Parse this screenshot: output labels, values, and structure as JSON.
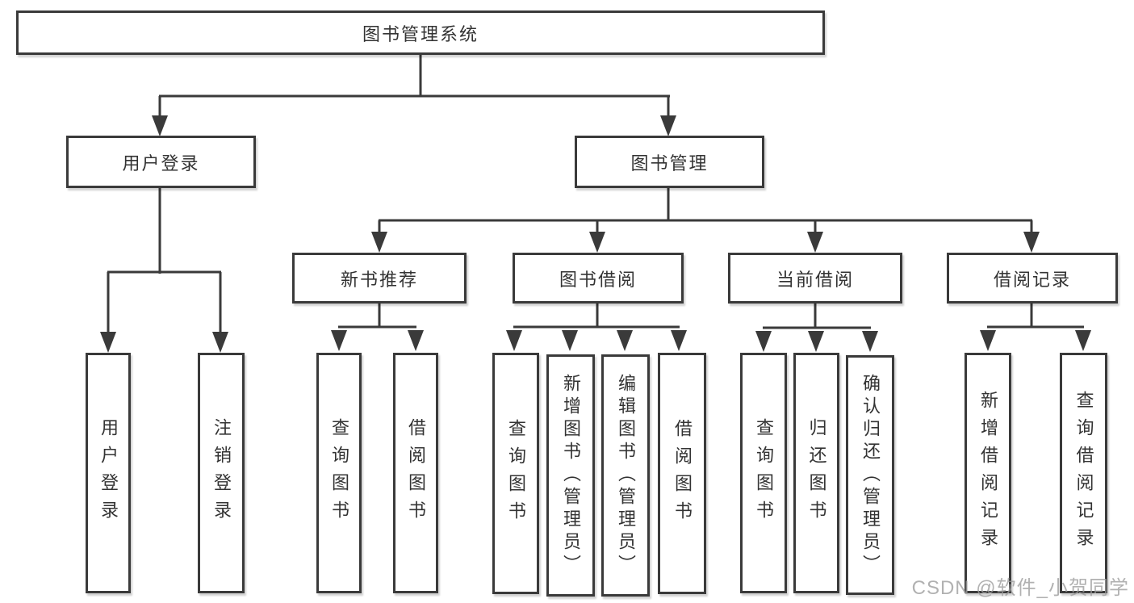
{
  "diagram_type": "org-chart",
  "colors": {
    "line": "#3a3a3a",
    "text": "#333333",
    "background": "#ffffff",
    "watermark": "#9e9e9e"
  },
  "tree": {
    "label": "图书管理系统",
    "children": [
      {
        "label": "用户登录",
        "children": [
          {
            "label": "用户登录"
          },
          {
            "label": "注销登录"
          }
        ]
      },
      {
        "label": "图书管理",
        "children": [
          {
            "label": "新书推荐",
            "children": [
              {
                "label": "查询图书"
              },
              {
                "label": "借阅图书"
              }
            ]
          },
          {
            "label": "图书借阅",
            "children": [
              {
                "label": "查询图书"
              },
              {
                "label": "新增图书（管理员）"
              },
              {
                "label": "编辑图书（管理员）"
              },
              {
                "label": "借阅图书"
              }
            ]
          },
          {
            "label": "当前借阅",
            "children": [
              {
                "label": "查询图书"
              },
              {
                "label": "归还图书"
              },
              {
                "label": "确认归还（管理员）"
              }
            ]
          },
          {
            "label": "借阅记录",
            "children": [
              {
                "label": "新增借阅记录"
              },
              {
                "label": "查询借阅记录"
              }
            ]
          }
        ]
      }
    ]
  },
  "watermark": "CSDN @软件_小贺同学"
}
